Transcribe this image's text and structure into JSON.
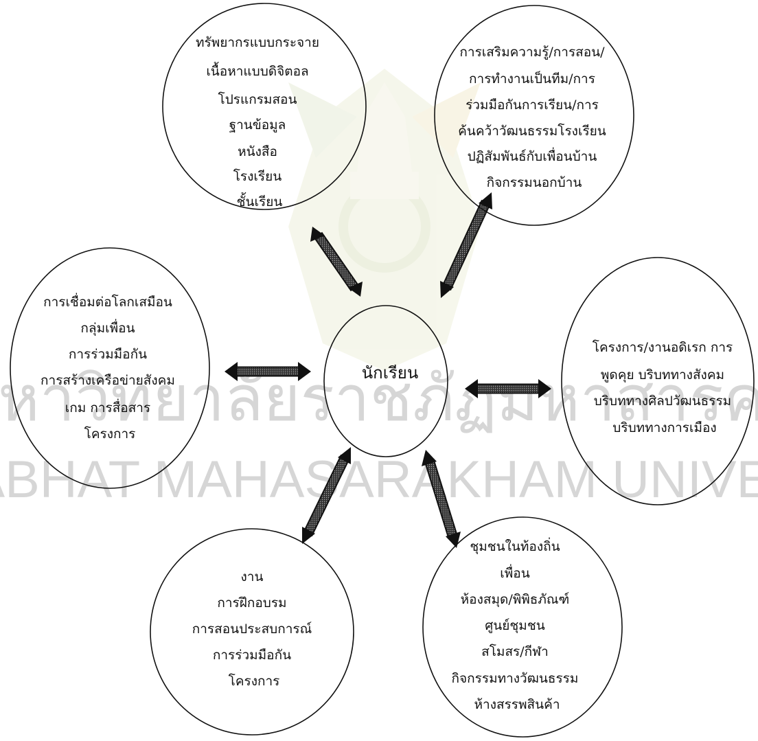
{
  "watermark": {
    "line1": "มหาวิทยาลัยราชภัฏมหาสารคาม",
    "line2": "RAJABHAT MAHASARAKHAM UNIVERSITY"
  },
  "center": {
    "label": "นักเรียน"
  },
  "nodes": [
    {
      "lines": [
        "ทรัพยากรแบบกระจาย",
        "เนื้อหาแบบดิจิตอล",
        "โปรแกรมสอน",
        "ฐานข้อมูล",
        "หนังสือ",
        "โรงเรียน",
        "ชั้นเรียน"
      ]
    },
    {
      "lines": [
        "การเสริมความรู้/การสอน/",
        "การทำงานเป็นทีม/การ",
        "ร่วมมือกันการเรียน/การ",
        "ค้นคว้าวัฒนธรรมโรงเรียน",
        "ปฏิสัมพันธ์กับเพื่อนบ้าน",
        "กิจกรรมนอกบ้าน"
      ]
    },
    {
      "lines": [
        "การเชื่อมต่อโลกเสมือน",
        "กลุ่มเพื่อน",
        "การร่วมมือกัน",
        "การสร้างเครือข่ายสังคม",
        "เกม การสื่อสาร",
        "โครงการ"
      ]
    },
    {
      "lines": [
        "โครงการ/งานอดิเรก การ",
        "พูดคุย บริบททางสังคม",
        "บริบททางศิลปวัฒนธรรม",
        "บริบททางการเมือง"
      ]
    },
    {
      "lines": [
        "งาน",
        "การฝึกอบรม",
        "การสอนประสบการณ์",
        "การร่วมมือกัน",
        "โครงการ"
      ]
    },
    {
      "lines": [
        "ชุมชนในท้องถิ่น",
        "เพื่อน",
        "ห้องสมุด/พิพิธภัณฑ์",
        "ศูนย์ชุมชน",
        "สโมสร/กีฬา",
        "กิจกรรมทางวัฒนธรรม",
        "ห้างสรรพสินค้า"
      ]
    }
  ],
  "colors": {
    "line": "#111111",
    "arrow": "#333333",
    "watermark": "#d6d6d6",
    "logo": "#e9e7d2"
  }
}
